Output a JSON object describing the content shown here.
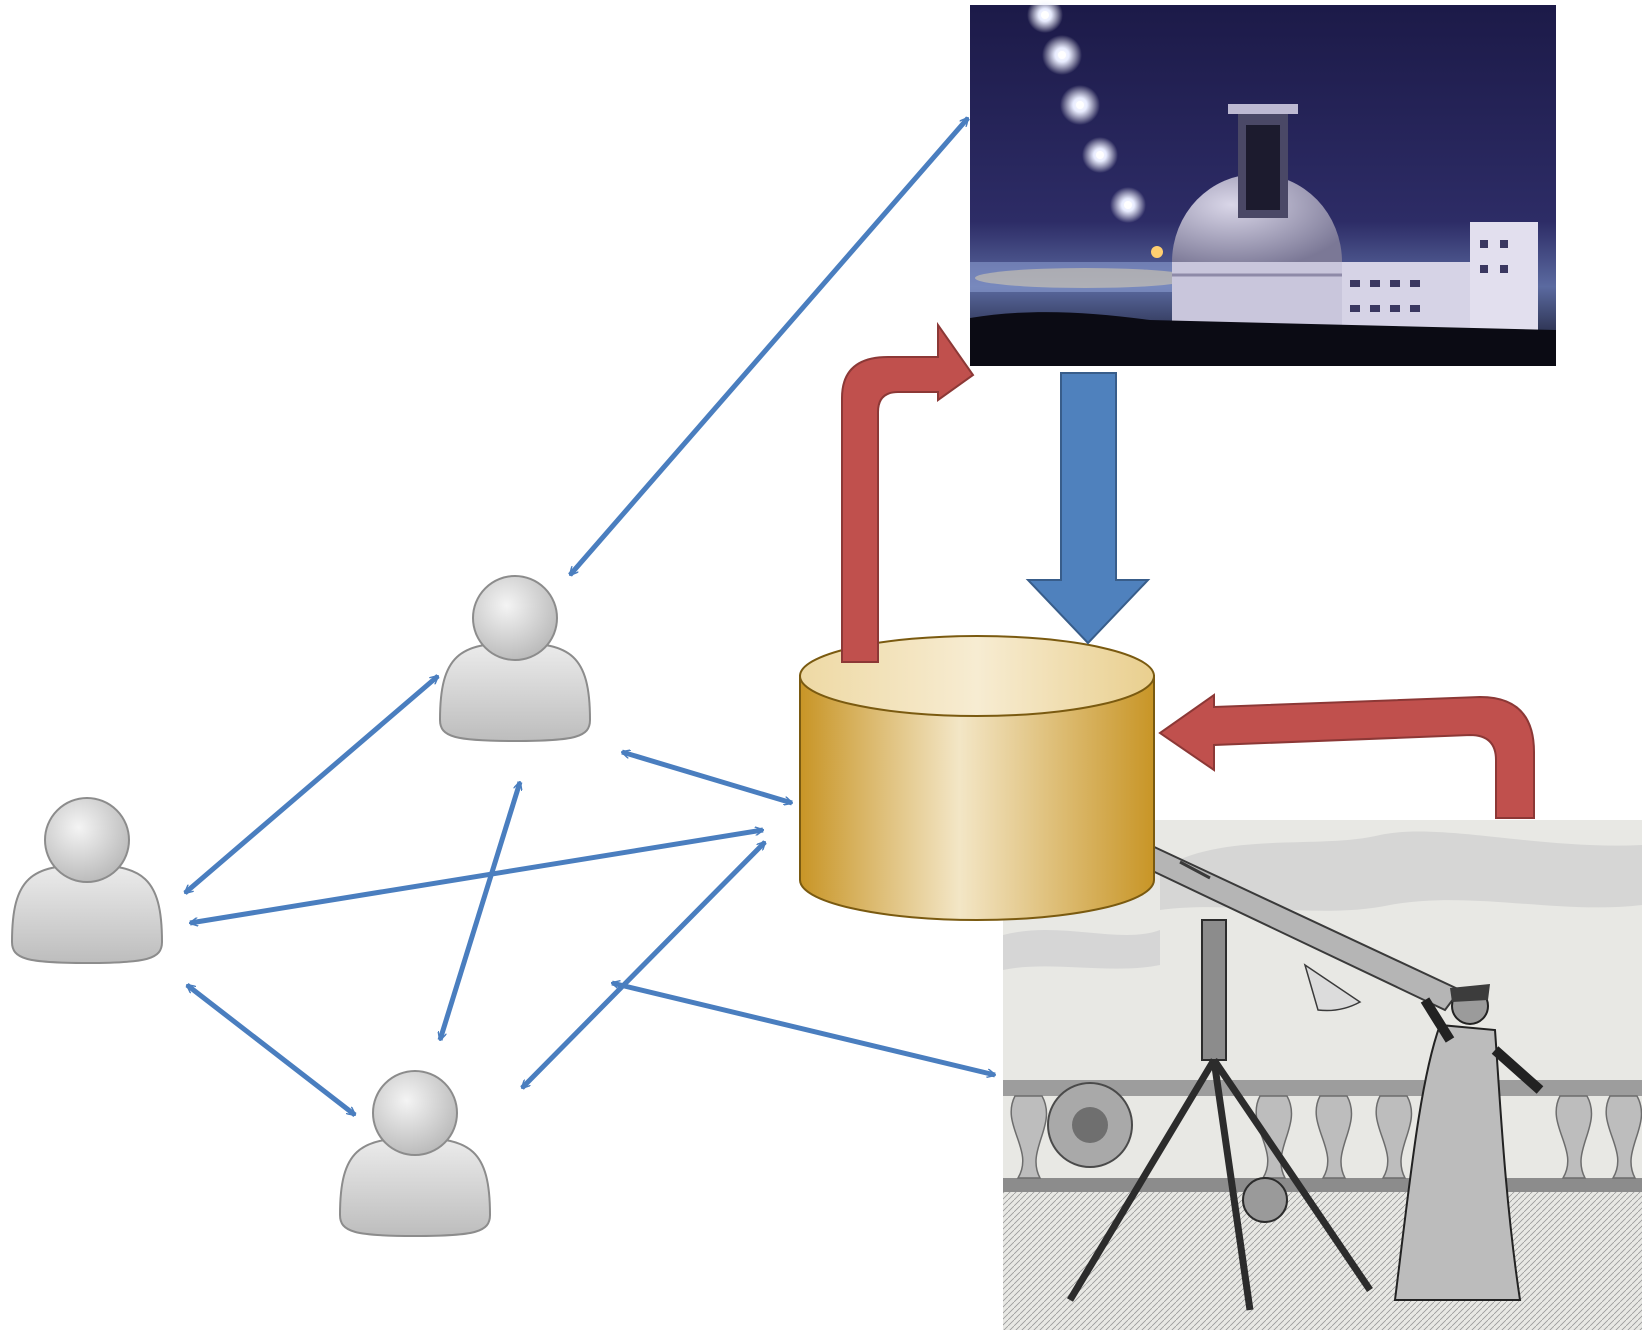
{
  "diagram": {
    "colors": {
      "background": "#ffffff",
      "connector_blue": "#4a7ebf",
      "flow_red": "#c0504d",
      "flow_blue": "#4f81bd",
      "database_gold": "#c89526",
      "database_cream": "#f3e6c6",
      "user_grey": "#d4d4d4",
      "night_sky": "#1c1a48",
      "engraving_paper": "#e8e8e4"
    },
    "nodes": [
      {
        "id": "user-left",
        "kind": "user",
        "icon": "person-icon"
      },
      {
        "id": "user-top",
        "kind": "user",
        "icon": "person-icon"
      },
      {
        "id": "user-bottom",
        "kind": "user",
        "icon": "person-icon"
      },
      {
        "id": "database",
        "kind": "data-store",
        "icon": "database-cylinder-icon"
      },
      {
        "id": "modern-observatory",
        "kind": "image",
        "icon": "observatory-photo"
      },
      {
        "id": "historical-astronomer",
        "kind": "image",
        "icon": "telescope-engraving"
      }
    ],
    "edges": [
      {
        "from": "user-top",
        "to": "modern-observatory",
        "style": "double-arrow"
      },
      {
        "from": "user-left",
        "to": "user-top",
        "style": "double-arrow"
      },
      {
        "from": "user-left",
        "to": "user-bottom",
        "style": "double-arrow"
      },
      {
        "from": "user-top",
        "to": "user-bottom",
        "style": "double-arrow"
      },
      {
        "from": "user-top",
        "to": "database",
        "style": "double-arrow"
      },
      {
        "from": "user-left",
        "to": "database",
        "style": "double-arrow"
      },
      {
        "from": "user-bottom",
        "to": "database",
        "style": "double-arrow"
      },
      {
        "from": "user-bottom",
        "to": "historical-astronomer",
        "style": "double-arrow"
      },
      {
        "from": "database",
        "to": "modern-observatory",
        "style": "block-arrow-red"
      },
      {
        "from": "modern-observatory",
        "to": "database",
        "style": "block-arrow-blue"
      },
      {
        "from": "historical-astronomer",
        "to": "database",
        "style": "block-arrow-red"
      }
    ]
  }
}
